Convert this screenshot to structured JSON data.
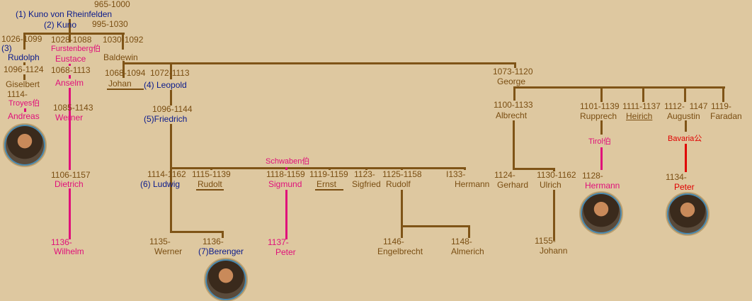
{
  "people": {
    "kuno1_dates": "965-1000",
    "kuno1": "(1)  Kuno von Rheinfelden",
    "kuno2": "(2)  Kuno",
    "kuno2_dates": "995-1030",
    "rudolph_dates": "1026-1099",
    "rudolph_num": "(3)",
    "rudolph": "Rudolph",
    "eustace_dates": "1028-1088",
    "eustace_title": "Furstenberg伯",
    "eustace": "Eustace",
    "baldewin_dates": "1030-1092",
    "baldewin": "Baldewin",
    "giselbert_dates": "1096-1124",
    "giselbert": "Giselbert",
    "andreas_dates": "1114-",
    "andreas_title": "Troyes伯",
    "andreas": "Andreas",
    "anselm_dates": "1068-1113",
    "anselm": "Anselm",
    "werner1_dates": "1085-1143",
    "werner1": "Werner",
    "dietrich_dates": "1106-1157",
    "dietrich": "Dietrich",
    "wilhelm_dates": "1136-",
    "wilhelm": "Wilhelm",
    "johan_dates": "1068-1094",
    "johan": "Johan",
    "leopold_dates": "1072-1113",
    "leopold": "(4) Leopold",
    "friedrich_dates": "1096-1144",
    "friedrich": "(5)Friedrich",
    "schwaben_title": "Schwaben伯",
    "ludwig_dates": "1114-1162",
    "ludwig": "(6) Ludwig",
    "rudolt_dates": "1115-1139",
    "rudolt": "Rudolt",
    "sigmund_dates": "1118-1159",
    "sigmund": "Sigmund",
    "ernst_dates": "1119-1159",
    "ernst": "Ernst",
    "sigfried_dates": "1123-",
    "sigfried": "Sigfried",
    "rudolf_dates": "1125-1158",
    "rudolf": "Rudolf",
    "hermann1_dates": "I133-",
    "hermann1": "Hermann",
    "werner2_dates": "1135-",
    "werner2": "Werner",
    "berenger_dates": "1136-",
    "berenger": "(7)Berenger",
    "peter1_dates": "1137-",
    "peter1": "Peter",
    "engelbrecht_dates": "1146-",
    "engelbrecht": "Engelbrecht",
    "almerich_dates": "1148-",
    "almerich": "Almerich",
    "george_dates": "1073-1120",
    "george": "George",
    "albrecht_dates": "1100-1133",
    "albrecht": "Albrecht",
    "rupprech_dates": "1101-1139",
    "rupprech": "Rupprech",
    "heirich_dates": "1111-1137",
    "heirich": "Heirich",
    "augustin_dates": "1112-  1147",
    "augustin": "Augustin",
    "faradan_dates": "1119-",
    "faradan": "Faradan",
    "tirol_title": "Tirol伯",
    "hermann2_dates": "1128-",
    "hermann2": "Hermann",
    "bavaria_title": "Bavaria公",
    "peter2_dates": "1134-",
    "peter2": "Peter",
    "gerhard_dates": "1124-",
    "gerhard": "Gerhard",
    "ulrich_dates": "1130-1162",
    "ulrich": "Ulrich",
    "johann_dates": "1155-",
    "johann": "Johann"
  },
  "colors": {
    "background": "#dec8a0",
    "line": "#7f5417",
    "ruler": "#0a1a8c",
    "countess": "#e0107a",
    "duke": "#e00000"
  }
}
